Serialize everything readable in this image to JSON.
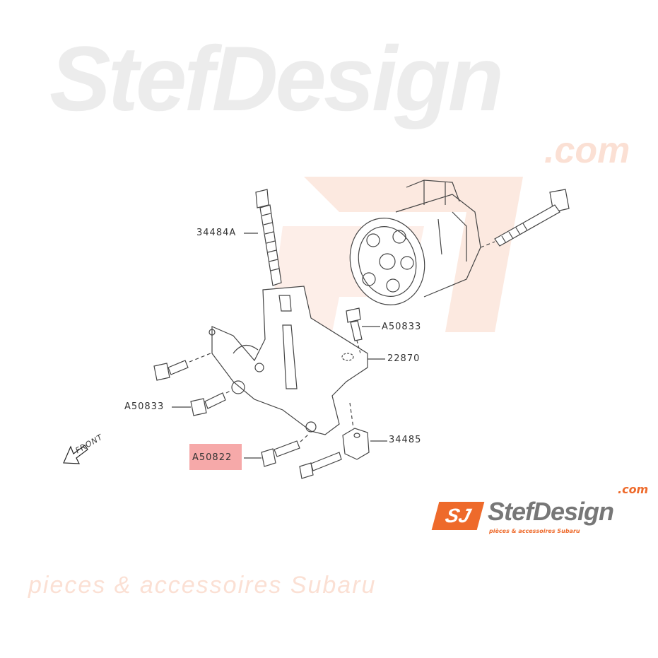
{
  "watermark": {
    "brand": "StefDesign",
    "domain": ".com",
    "tagline": "pieces & accessoires Subaru",
    "badge": "SJ"
  },
  "callouts": [
    {
      "id": "bolt-long-vertical",
      "label": "34484A"
    },
    {
      "id": "bolt-upper-bracket",
      "label": "A50833"
    },
    {
      "id": "bracket",
      "label": "22870"
    },
    {
      "id": "bolt-left",
      "label": "A50833"
    },
    {
      "id": "bolt-lower",
      "label": "A50822",
      "highlighted": true
    },
    {
      "id": "spacer-block",
      "label": "34485"
    }
  ],
  "direction_indicator": "FRONT",
  "logo": {
    "name": "StefDesign",
    "domain": ".com",
    "tagline": "pièces & accessoires Subaru",
    "badge": "SJ"
  },
  "colors": {
    "highlight": "#f59a9a",
    "brand_orange": "#ee6a2b",
    "line": "#444444"
  }
}
